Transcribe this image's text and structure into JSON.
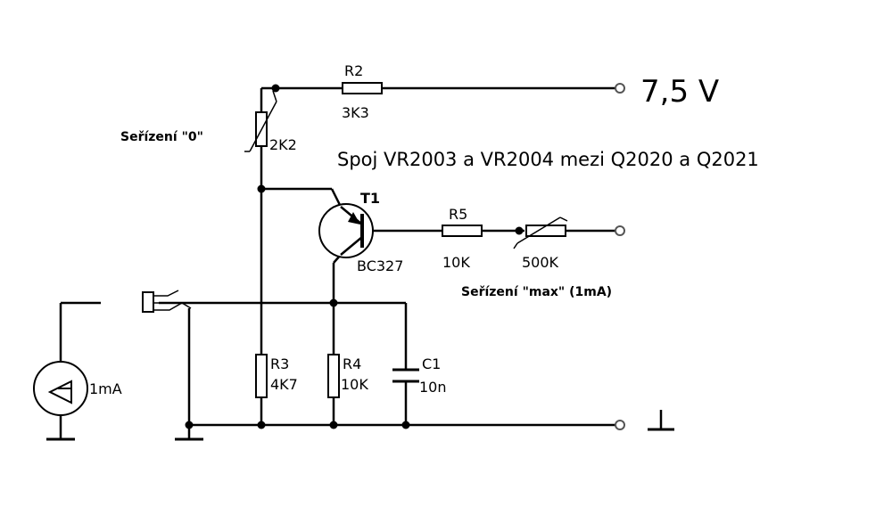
{
  "supply": {
    "voltage": "7,5 V"
  },
  "note": "Spoj VR2003 a VR2004 mezi Q2020 a Q2021",
  "components": {
    "r2": {
      "ref": "R2",
      "value": "3K3"
    },
    "trim_zero": {
      "value": "2K2",
      "caption": "Seřízení \"0\""
    },
    "t1": {
      "ref": "T1",
      "type": "BC327"
    },
    "r5": {
      "ref": "R5",
      "value": "10K"
    },
    "trim_max": {
      "value": "500K",
      "caption": "Seřízení \"max\" (1mA)"
    },
    "r3": {
      "ref": "R3",
      "value": "4K7"
    },
    "r4": {
      "ref": "R4",
      "value": "10K"
    },
    "c1": {
      "ref": "C1",
      "value": "10n"
    },
    "meter": {
      "range": "1mA"
    }
  }
}
